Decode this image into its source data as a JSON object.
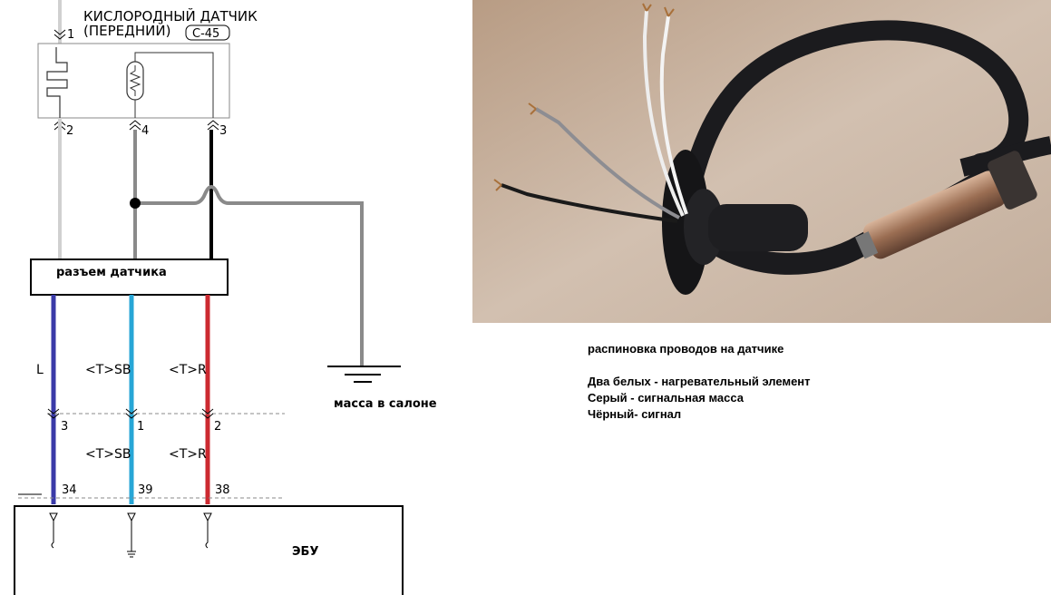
{
  "sensor": {
    "title_line1": "КИСЛОРОДНЫЙ ДАТЧИК",
    "title_line2": "(ПЕРЕДНИЙ)",
    "connector_code": "C-45",
    "pin_top": "1",
    "pin_2": "2",
    "pin_4": "4",
    "pin_3": "3"
  },
  "harness_connector": {
    "label": "разъем датчика"
  },
  "ground": {
    "label": "масса в салоне"
  },
  "wires": [
    {
      "name": "blue",
      "color": "#3a3aa8",
      "label_upper": "L",
      "label_lower": "",
      "pin_mid": "3",
      "pin_ecu": "34"
    },
    {
      "name": "cyan",
      "color": "#27a6d6",
      "label_upper": "<T>SB",
      "label_lower": "<T>SB",
      "pin_mid": "1",
      "pin_ecu": "39"
    },
    {
      "name": "red",
      "color": "#cc2a31",
      "label_upper": "<T>R",
      "label_lower": "<T>R",
      "pin_mid": "2",
      "pin_ecu": "38"
    }
  ],
  "ecu": {
    "label": "ЭБУ"
  },
  "notes": {
    "heading": "распиновка проводов на датчике",
    "line1": "Два белых - нагревательный элемент",
    "line2": "Серый - сигнальная масса",
    "line3": "Чёрный- сигнал"
  },
  "colors": {
    "sensor_wire_white": "#d0d0d0",
    "sensor_wire_gray": "#8a8a8a",
    "sensor_wire_black": "#000000",
    "photo_background": "#cdb9a8"
  }
}
